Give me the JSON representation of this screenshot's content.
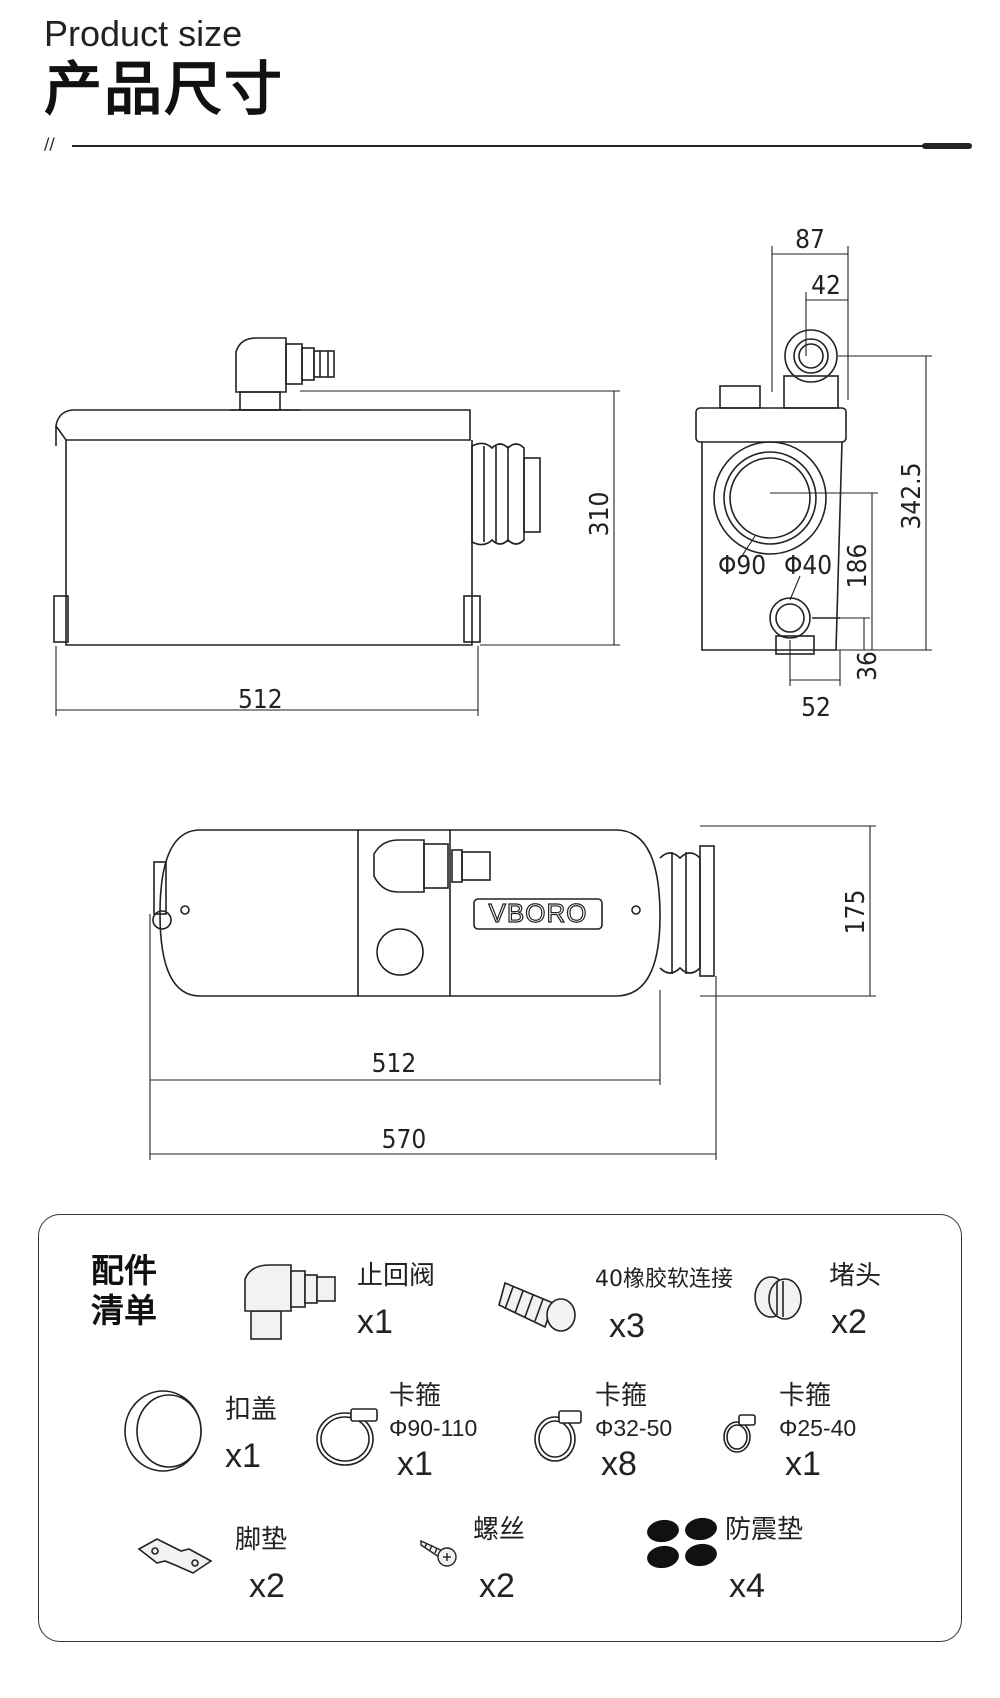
{
  "header": {
    "title_en": "Product size",
    "title_cn": "产品尺寸",
    "divider_mark": "//"
  },
  "drawings": {
    "front_view": {
      "width_label": "512",
      "height_label": "310"
    },
    "side_view": {
      "top_width_label": "87",
      "top_offset_label": "42",
      "total_height_label": "342.5",
      "outlet_height_label": "186",
      "small_inlet_height_label": "36",
      "bottom_offset_label": "52",
      "large_inlet_diameter_label": "Φ90",
      "small_inlet_diameter_label": "Φ40"
    },
    "top_view": {
      "brand_label": "VBORO",
      "depth_label": "175",
      "body_width_label": "512",
      "total_width_label": "570"
    }
  },
  "accessories": {
    "title_line1": "配件",
    "title_line2": "清单",
    "items": [
      {
        "name": "止回阀",
        "qty": "x1",
        "spec": ""
      },
      {
        "name": "40橡胶软连接",
        "qty": "x3",
        "spec": ""
      },
      {
        "name": "堵头",
        "qty": "x2",
        "spec": ""
      },
      {
        "name": "扣盖",
        "qty": "x1",
        "spec": ""
      },
      {
        "name": "卡箍",
        "qty": "x1",
        "spec": "Φ90-110"
      },
      {
        "name": "卡箍",
        "qty": "x8",
        "spec": "Φ32-50"
      },
      {
        "name": "卡箍",
        "qty": "x1",
        "spec": "Φ25-40"
      },
      {
        "name": "脚垫",
        "qty": "x2",
        "spec": ""
      },
      {
        "name": "螺丝",
        "qty": "x2",
        "spec": ""
      },
      {
        "name": "防震垫",
        "qty": "x4",
        "spec": ""
      }
    ]
  },
  "icons": [
    "check-valve-icon",
    "rubber-connector-icon",
    "plug-icon",
    "cover-cap-icon",
    "hose-clamp-icon",
    "foot-pad-icon",
    "screw-icon",
    "anti-vibration-pad-icon"
  ],
  "colors": {
    "line": "#222222",
    "background": "#ffffff"
  }
}
